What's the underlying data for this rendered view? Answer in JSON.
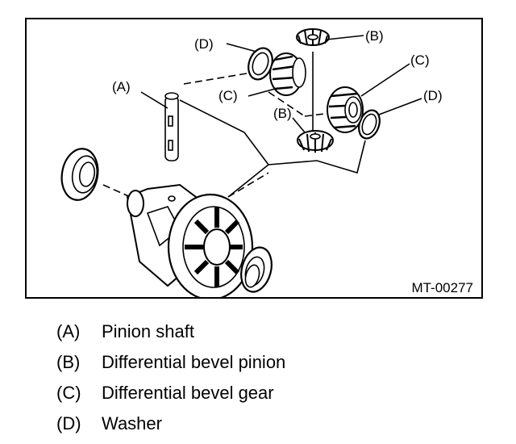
{
  "figure": {
    "id": "MT-00277",
    "callouts": {
      "d_left": "(D)",
      "b_top": "(B)",
      "c_right": "(C)",
      "d_right": "(D)",
      "a": "(A)",
      "c_left": "(C)",
      "b_bottom": "(B)"
    }
  },
  "legend": [
    {
      "key": "(A)",
      "text": "Pinion shaft"
    },
    {
      "key": "(B)",
      "text": "Differential bevel pinion"
    },
    {
      "key": "(C)",
      "text": "Differential bevel gear"
    },
    {
      "key": "(D)",
      "text": "Washer"
    }
  ]
}
